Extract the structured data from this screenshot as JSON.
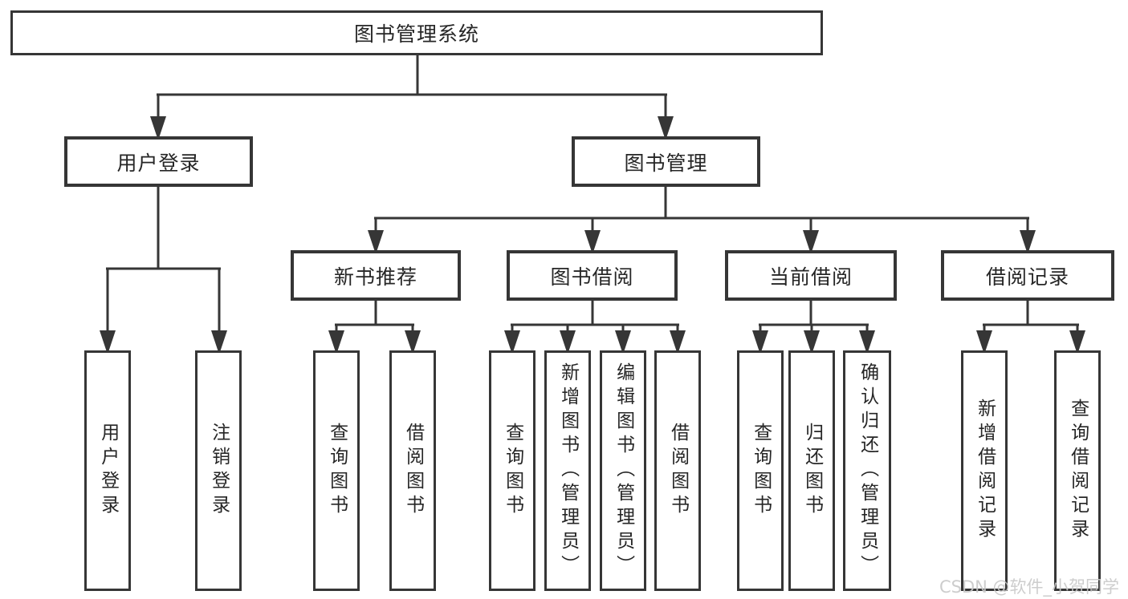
{
  "nodes": {
    "root": "图书管理系统",
    "user_login": "用户登录",
    "book_management": "图书管理",
    "new_book_recommend": "新书推荐",
    "book_borrowing": "图书借阅",
    "current_borrowing": "当前借阅",
    "borrowing_records": "借阅记录",
    "user_login_leaf": "用户登录",
    "logout_leaf": "注销登录",
    "recommend_query_books": "查询图书",
    "recommend_borrow_books": "借阅图书",
    "borrowing_query_books": "查询图书",
    "borrowing_add_books": "新增图书（管理员）",
    "borrowing_edit_books": "编辑图书（管理员）",
    "borrowing_borrow_books": "借阅图书",
    "current_query_books": "查询图书",
    "current_return_books": "归还图书",
    "current_confirm_return": "确认归还（管理员）",
    "records_add_record": "新增借阅记录",
    "records_query_record": "查询借阅记录"
  },
  "watermark": "CSDN @软件_小贺同学",
  "colors": {
    "line": "#363636",
    "text": "#262626",
    "background": "#ffffff",
    "watermark": "#c8c8c8"
  }
}
